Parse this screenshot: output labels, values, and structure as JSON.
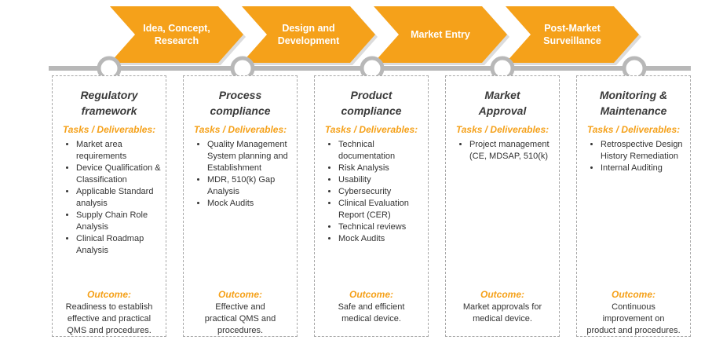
{
  "colors": {
    "chevron": "#f5a11a",
    "chevron_shade": "#d98a10",
    "timeline": "#b8b8b8",
    "accent_text": "#f5a11a"
  },
  "phases": [
    {
      "label": "Idea, Concept,\nResearch"
    },
    {
      "label": "Design and\nDevelopment"
    },
    {
      "label": "Market Entry"
    },
    {
      "label": "Post-Market\nSurveillance"
    }
  ],
  "cards": [
    {
      "title": "Regulatory\nframework",
      "tasks_heading": "Tasks / Deliverables:",
      "tasks": [
        "Market area requirements",
        "Device Qualification & Classification",
        "Applicable Standard analysis",
        "Supply Chain Role Analysis",
        "Clinical Roadmap Analysis"
      ],
      "outcome_heading": "Outcome:",
      "outcome": "Readiness to establish\neffective and practical\nQMS and procedures."
    },
    {
      "title": "Process\ncompliance",
      "tasks_heading": "Tasks / Deliverables:",
      "tasks": [
        "Quality Management System planning and Establishment",
        "MDR, 510(k) Gap Analysis",
        "Mock Audits"
      ],
      "outcome_heading": "Outcome:",
      "outcome": "Effective and\npractical QMS and\nprocedures."
    },
    {
      "title": "Product\ncompliance",
      "tasks_heading": "Tasks / Deliverables:",
      "tasks": [
        "Technical documentation",
        "Risk Analysis",
        "Usability",
        "Cybersecurity",
        "Clinical Evaluation Report (CER)",
        "Technical reviews",
        "Mock Audits"
      ],
      "outcome_heading": "Outcome:",
      "outcome": "Safe and efficient\nmedical device."
    },
    {
      "title": "Market\nApproval",
      "tasks_heading": "Tasks / Deliverables:",
      "tasks": [
        "Project management (CE, MDSAP, 510(k)"
      ],
      "outcome_heading": "Outcome:",
      "outcome": "Market approvals for\nmedical device."
    },
    {
      "title": "Monitoring &\nMaintenance",
      "tasks_heading": "Tasks / Deliverables:",
      "tasks": [
        "Retrospective Design History Remediation",
        "Internal Auditing"
      ],
      "outcome_heading": "Outcome:",
      "outcome": "Continuous\nimprovement on\nproduct and procedures."
    }
  ]
}
